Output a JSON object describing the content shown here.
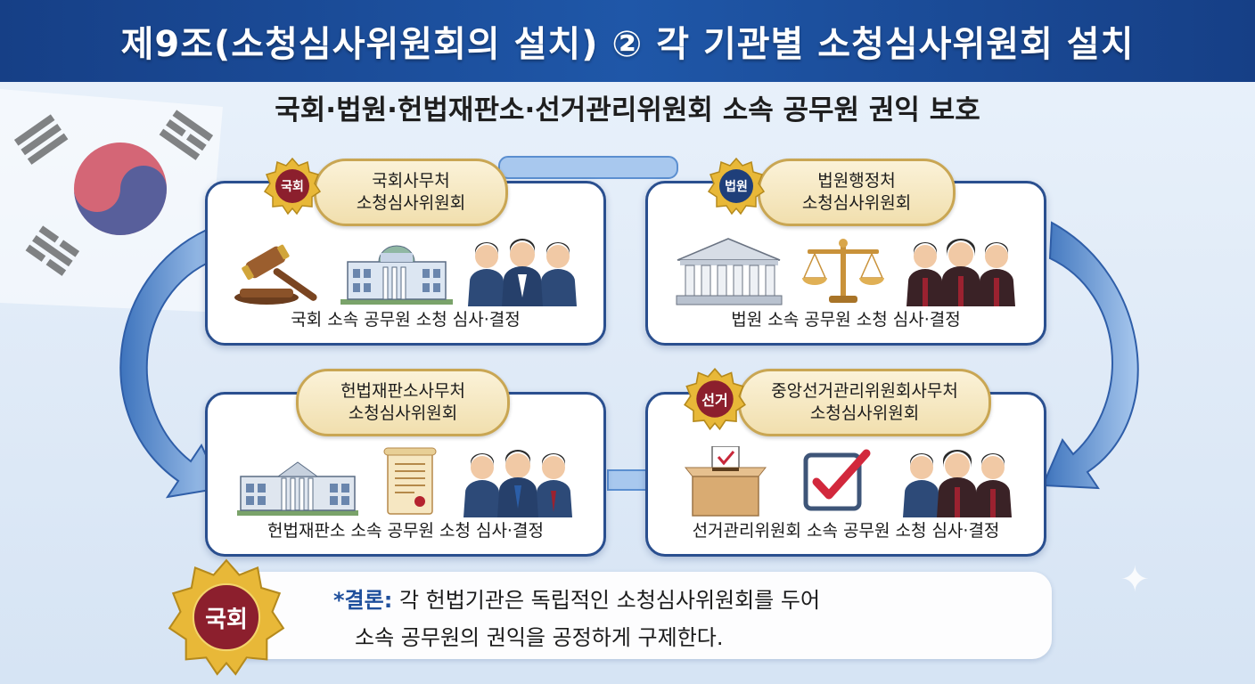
{
  "header": {
    "title": "제9조(소청심사위원회의 설치) ② 각 기관별 소청심사위원회 설치"
  },
  "subtitle": "국회·법원·헌법재판소·선거관리위원회 소속 공무원 권익 보호",
  "colors": {
    "header": "#1f57a8",
    "card_border": "#2a4f8f",
    "plaque": "#f1dfae",
    "seal": "#e8b838",
    "arrow": "#5b8fd0"
  },
  "cards": [
    {
      "plaque_line1": "국회사무처",
      "plaque_line2": "소청심사위원회",
      "seal": "국회",
      "caption": "국회 소속 공무원 소청 심사·결정",
      "icons": [
        "gavel-icon",
        "building-icon",
        "officials-icon"
      ]
    },
    {
      "plaque_line1": "법원행정처",
      "plaque_line2": "소청심사위원회",
      "seal": "법원",
      "caption": "법원 소속 공무원 소청 심사·결정",
      "icons": [
        "courthouse-icon",
        "scales-icon",
        "judges-icon"
      ]
    },
    {
      "plaque_line1": "헌법재판소사무처",
      "plaque_line2": "소청심사위원회",
      "seal": "",
      "caption": "헌법재판소 소속 공무원 소청 심사·결정",
      "icons": [
        "building-icon",
        "scroll-icon",
        "officials-icon"
      ]
    },
    {
      "plaque_line1": "중앙선거관리위원회사무처",
      "plaque_line2": "소청심사위원회",
      "seal": "선거",
      "caption": "선거관리위원회 소속 공무원 소청 심사·결정",
      "icons": [
        "ballot-box-icon",
        "checkbox-icon",
        "judges-icon"
      ]
    }
  ],
  "conclusion": {
    "seal": "국회",
    "label": "*결론:",
    "line1": " 각 헌법기관은 독립적인 소청심사위원회를 두어",
    "line2": "소속 공무원의 권익을 공정하게 구제한다."
  }
}
